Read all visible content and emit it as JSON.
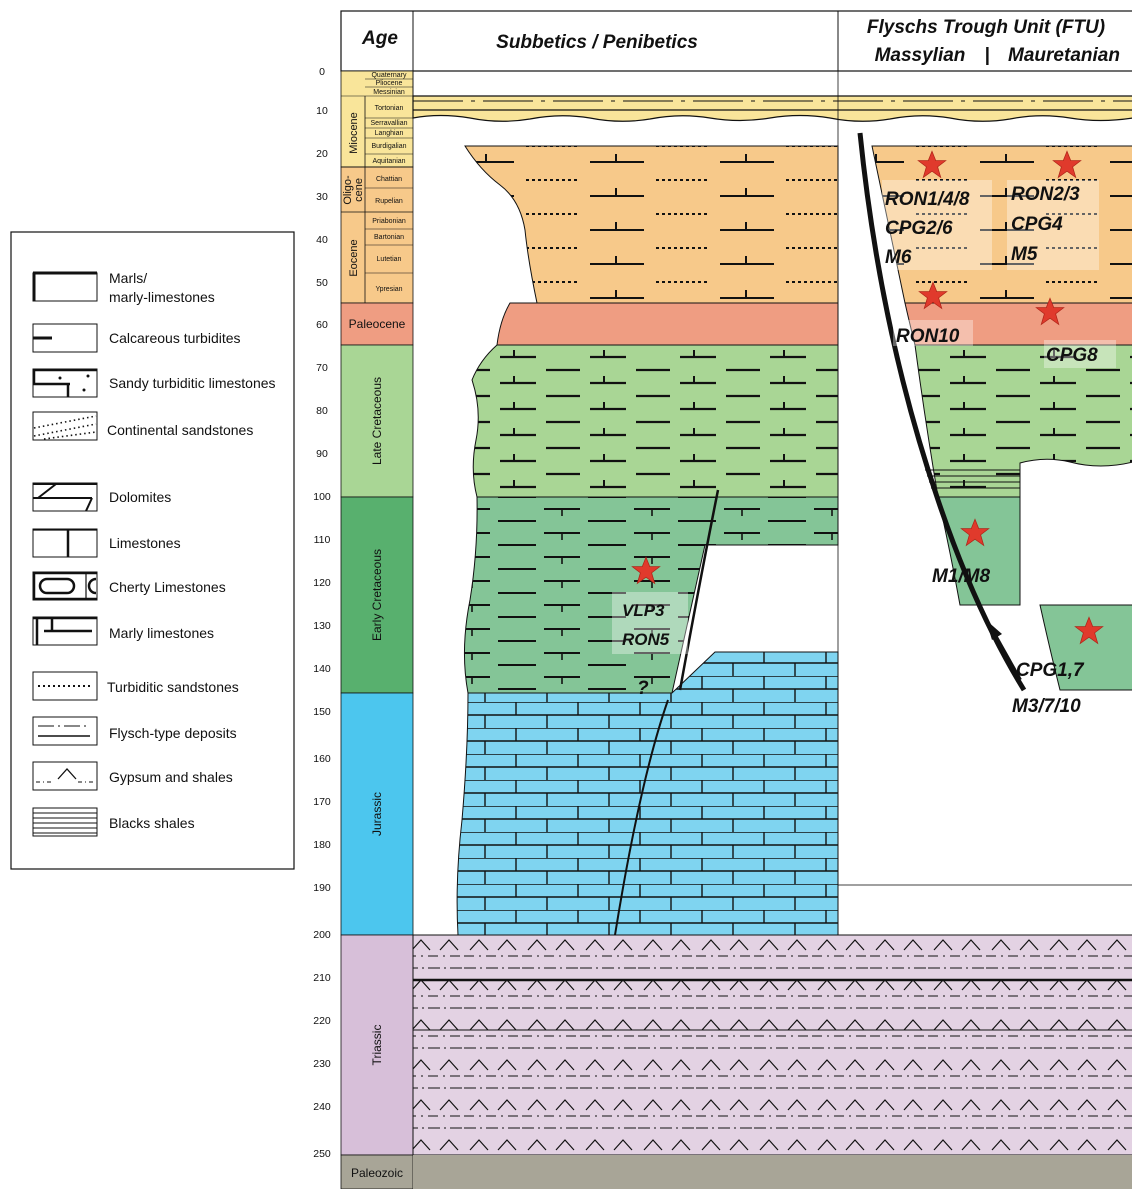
{
  "legend": {
    "items": [
      {
        "id": "marls",
        "lines": [
          "Marls/",
          "marly-limestones"
        ]
      },
      {
        "id": "calc-turb",
        "lines": [
          "Calcareous turbidites"
        ]
      },
      {
        "id": "sandy-turb",
        "lines": [
          "Sandy turbiditic limestones"
        ]
      },
      {
        "id": "cont-sand",
        "lines": [
          "Continental sandstones"
        ]
      },
      {
        "id": "dolomites",
        "lines": [
          "Dolomites"
        ]
      },
      {
        "id": "limestones",
        "lines": [
          "Limestones"
        ]
      },
      {
        "id": "cherty",
        "lines": [
          "Cherty Limestones"
        ]
      },
      {
        "id": "marly-lime",
        "lines": [
          "Marly limestones"
        ]
      },
      {
        "id": "turb-sand",
        "lines": [
          "Turbiditic sandstones"
        ]
      },
      {
        "id": "flysch",
        "lines": [
          "Flysch-type deposits"
        ]
      },
      {
        "id": "gypsum",
        "lines": [
          "Gypsum and shales"
        ]
      },
      {
        "id": "black-shales",
        "lines": [
          "Blacks shales"
        ]
      }
    ]
  },
  "headers": {
    "age": "Age",
    "subbetics": "Subbetics / Penibetics",
    "ftu_title": "Flyschs Trough Unit (FTU)",
    "massylian": "Massylian",
    "separator": "|",
    "mauretanian": "Mauretanian"
  },
  "age_ticks": [
    "0",
    "10",
    "20",
    "30",
    "40",
    "50",
    "60",
    "70",
    "80",
    "90",
    "100",
    "110",
    "120",
    "130",
    "140",
    "150",
    "160",
    "170",
    "180",
    "190",
    "200",
    "210",
    "220",
    "230",
    "240",
    "250"
  ],
  "stages": [
    "Quaternary",
    "Pliocene",
    "Messinian",
    "Tortonian",
    "Serravallian",
    "Langhian",
    "Burdigalian",
    "Aquitanian",
    "Chattian",
    "Rupelian",
    "Priabonian",
    "Bartonian",
    "Lutetian",
    "Ypresian"
  ],
  "epochs": {
    "miocene": "Miocene",
    "oligocene_1": "Oligo-",
    "oligocene_2": "cene",
    "eocene": "Eocene"
  },
  "periods": {
    "paleocene": "Paleocene",
    "late_cretaceous": "Late Cretaceous",
    "early_cretaceous": "Early Cretaceous",
    "jurassic": "Jurassic",
    "triassic": "Triassic",
    "paleozoic": "Paleozoic"
  },
  "samples": {
    "ron148": "RON1/4/8",
    "cpg26": "CPG2/6",
    "m6": "M6",
    "ron23": "RON2/3",
    "cpg4": "CPG4",
    "m5": "M5",
    "ron10": "RON10",
    "cpg8": "CPG8",
    "m1m8": "M1/M8",
    "vlp3": "VLP3",
    "ron5": "RON5",
    "cpg17": "CPG1,7",
    "m3710": "M3/7/10",
    "question": "?"
  },
  "colors": {
    "neogene": "#f9e59a",
    "paleogene": "#f7c98a",
    "paleocene": "#ef9d82",
    "late_cretaceous": "#a9d695",
    "early_cretaceous": "#79c28a",
    "early_cretaceous_col": "#58b06e",
    "jurassic": "#7fd4f0",
    "jurassic_col": "#4cc6ee",
    "triassic": "#e3d2e3",
    "triassic_col": "#d7bfd9",
    "paleozoic": "#a8a597",
    "star": "#e03a2c"
  }
}
